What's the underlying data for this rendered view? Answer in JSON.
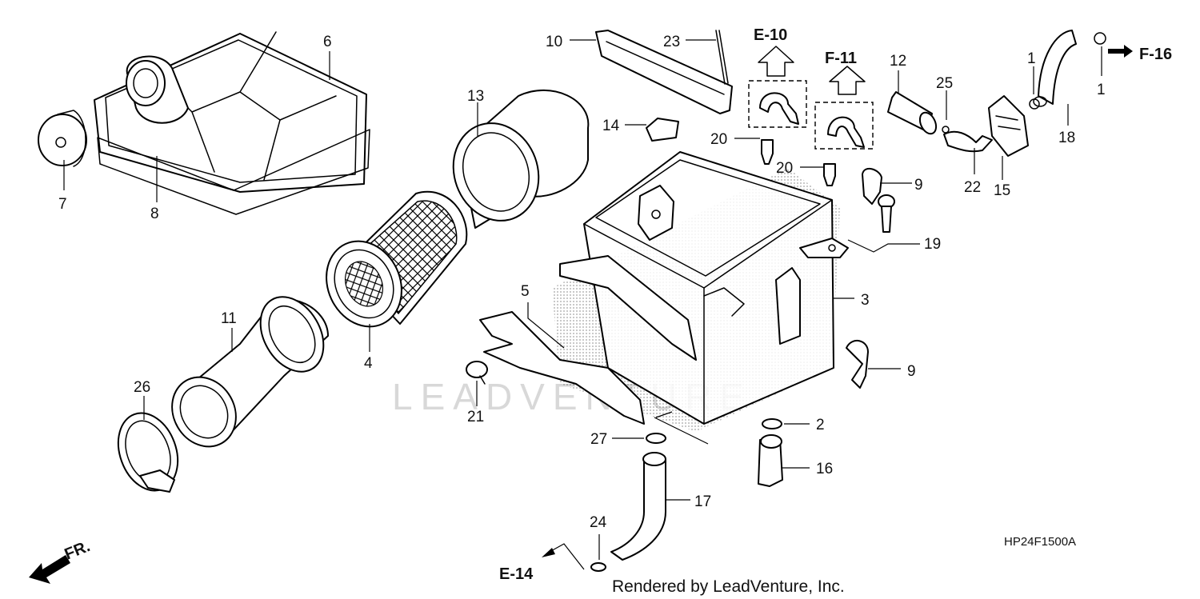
{
  "callouts": [
    "1",
    "1",
    "2",
    "3",
    "4",
    "5",
    "6",
    "7",
    "8",
    "9",
    "9",
    "10",
    "11",
    "12",
    "13",
    "14",
    "15",
    "16",
    "17",
    "18",
    "19",
    "20",
    "20",
    "21",
    "22",
    "23",
    "24",
    "25",
    "26",
    "27"
  ],
  "references": {
    "e10": "E-10",
    "f11": "F-11",
    "f16": "F-16",
    "e14": "E-14"
  },
  "front_marker": "FR.",
  "diagram_code": "HP24F1500A",
  "credit": "Rendered by LeadVenture, Inc.",
  "watermark": "LEADVENTURE"
}
